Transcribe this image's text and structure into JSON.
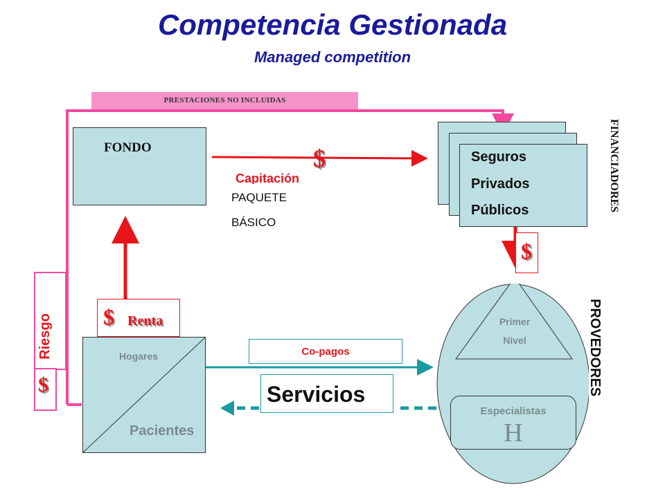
{
  "title": "Competencia Gestionada",
  "subtitle": "Managed competition",
  "prestaciones_label": "PRESTACIONES   NO INCLUIDAS",
  "fondo_label": "FONDO",
  "capitacion_label": "Capitación",
  "paquete_line1": "PAQUETE",
  "paquete_line2": "BÁSICO",
  "seguros_items": [
    "Seguros",
    "Privados",
    "Públicos"
  ],
  "financiadores_label": "FINANCIADORES",
  "proveedores_label": "PROVEDORES",
  "dollar_symbol": "$",
  "renta_label": "Renta",
  "riesgo_label": "Riesgo",
  "hogares_label": "Hogares",
  "pacientes_label": "Pacientes",
  "copagos_label": "Co-pagos",
  "servicios_label": "Servicios",
  "primer_nivel_line1": "Primer",
  "primer_nivel_line2": "Nivel",
  "especialistas_label": "Especialistas",
  "hospital_label": "H",
  "colors": {
    "title": "#1a1a9c",
    "box_fill": "#bcdfe3",
    "flow_red": "#e8151b",
    "flow_pink": "#f0499d",
    "flow_teal": "#1a9aa0",
    "prestaciones_fill": "#f592c9"
  }
}
